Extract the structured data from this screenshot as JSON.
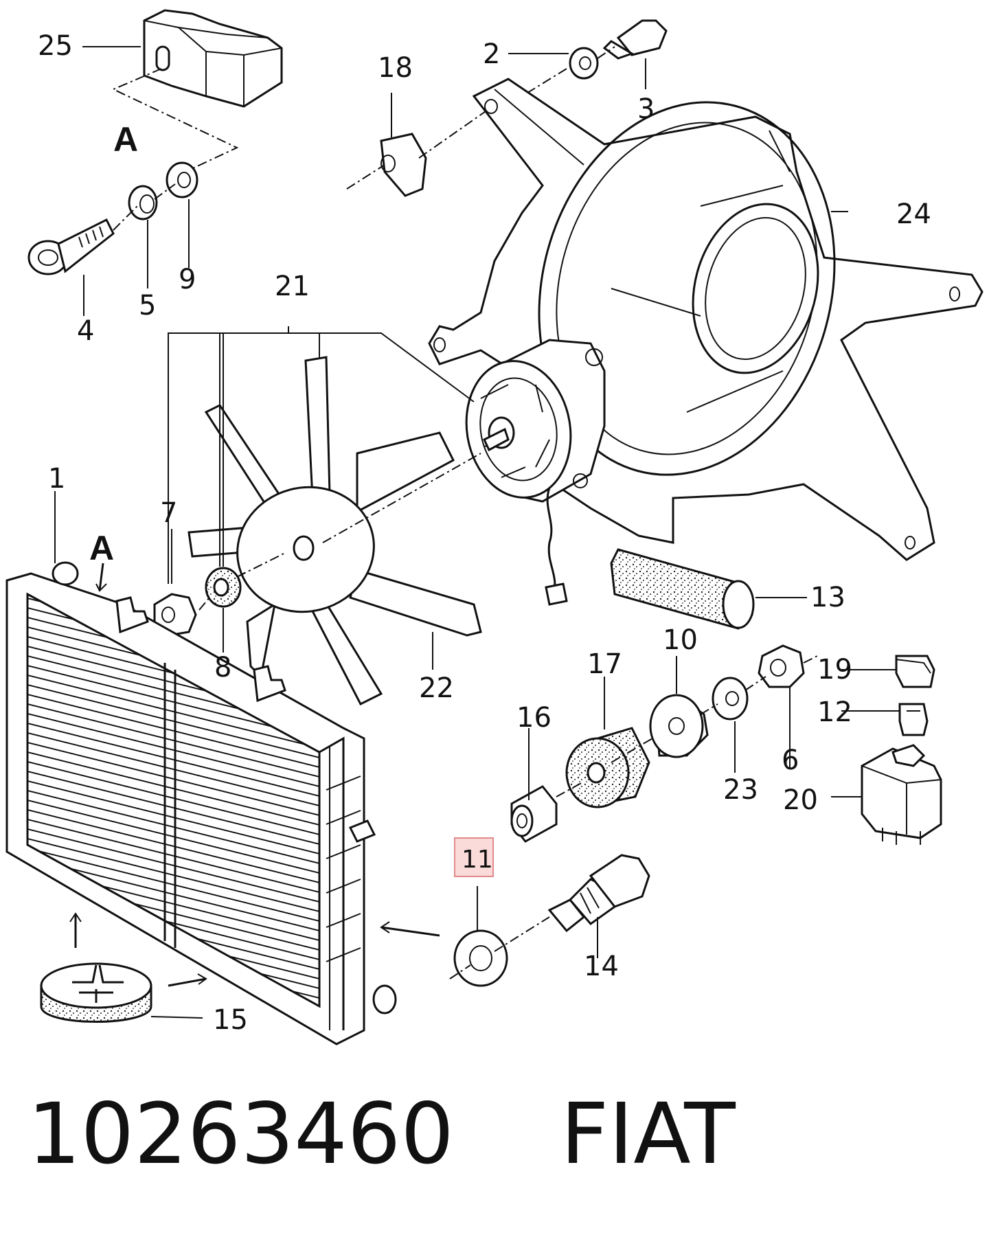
{
  "diagram": {
    "callouts": [
      {
        "id": "1",
        "text": "1"
      },
      {
        "id": "2",
        "text": "2"
      },
      {
        "id": "3",
        "text": "3"
      },
      {
        "id": "4",
        "text": "4"
      },
      {
        "id": "5",
        "text": "5"
      },
      {
        "id": "6",
        "text": "6"
      },
      {
        "id": "7",
        "text": "7"
      },
      {
        "id": "8",
        "text": "8"
      },
      {
        "id": "9",
        "text": "9"
      },
      {
        "id": "10",
        "text": "10"
      },
      {
        "id": "11",
        "text": "11",
        "highlighted": true
      },
      {
        "id": "12",
        "text": "12"
      },
      {
        "id": "13",
        "text": "13"
      },
      {
        "id": "14",
        "text": "14"
      },
      {
        "id": "15",
        "text": "15"
      },
      {
        "id": "16",
        "text": "16"
      },
      {
        "id": "17",
        "text": "17"
      },
      {
        "id": "18",
        "text": "18"
      },
      {
        "id": "19",
        "text": "19"
      },
      {
        "id": "20",
        "text": "20"
      },
      {
        "id": "21",
        "text": "21"
      },
      {
        "id": "22",
        "text": "22"
      },
      {
        "id": "23",
        "text": "23"
      },
      {
        "id": "24",
        "text": "24"
      },
      {
        "id": "25",
        "text": "25"
      }
    ],
    "view_labels": {
      "detail_a_top": "A",
      "detail_a_radiator": "A"
    },
    "highlight_color": "#fbdada"
  },
  "footer": {
    "part_number": "10263460",
    "brand": "FIAT"
  }
}
